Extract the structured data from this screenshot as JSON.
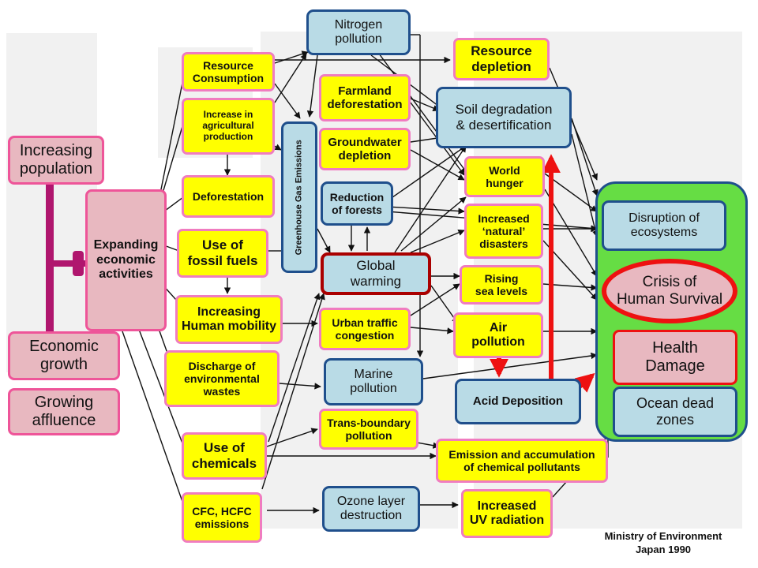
{
  "nodes": {
    "increasing_population": "Increasing\npopulation",
    "economic_growth": "Economic\ngrowth",
    "growing_affluence": "Growing\naffluence",
    "expanding_economic_activities": "Expanding\neconomic\nactivities",
    "resource_consumption": "Resource\nConsumption",
    "increase_agricultural": "Increase in\nagricultural\nproduction",
    "deforestation": "Deforestation",
    "use_fossil_fuels": "Use of\nfossil fuels",
    "increasing_mobility": "Increasing\nHuman mobility",
    "discharge_wastes": "Discharge of\nenvironmental\nwastes",
    "use_chemicals": "Use of\nchemicals",
    "cfc_emissions": "CFC, HCFC\nemissions",
    "greenhouse_gas": "Greenhouse Gas Emissions",
    "nitrogen_pollution": "Nitrogen\npollution",
    "farmland_deforestation": "Farmland\ndeforestation",
    "groundwater_depletion": "Groundwater\ndepletion",
    "reduction_forests": "Reduction\nof forests",
    "global_warming": "Global\nwarming",
    "urban_traffic": "Urban traffic\ncongestion",
    "marine_pollution": "Marine\npollution",
    "transboundary": "Trans-boundary\npollution",
    "ozone_destruction": "Ozone layer\ndestruction",
    "resource_depletion": "Resource\ndepletion",
    "soil_degradation": "Soil degradation\n& desertification",
    "world_hunger": "World\nhunger",
    "natural_disasters": "Increased\n‘natural’\ndisasters",
    "rising_sea": "Rising\nsea levels",
    "air_pollution": "Air\npollution",
    "acid_deposition": "Acid  Deposition",
    "emission_chemicals": "Emission and accumulation\nof chemical pollutants",
    "uv_radiation": "Increased\nUV radiation",
    "disruption_ecosystems": "Disruption of\necosystems",
    "crisis_survival": "Crisis of\nHuman Survival",
    "health_damage": "Health\nDamage",
    "ocean_dead_zones": "Ocean dead\nzones"
  },
  "credit": "Ministry of Environment\nJapan 1990",
  "colors": {
    "yellow_fill": "#ffff00",
    "pink_fill": "#e8b8c0",
    "blue_fill": "#b9dbe6",
    "green_panel": "#66dd44",
    "red_accent": "#ee1111",
    "magenta_connector": "#b0166e"
  }
}
